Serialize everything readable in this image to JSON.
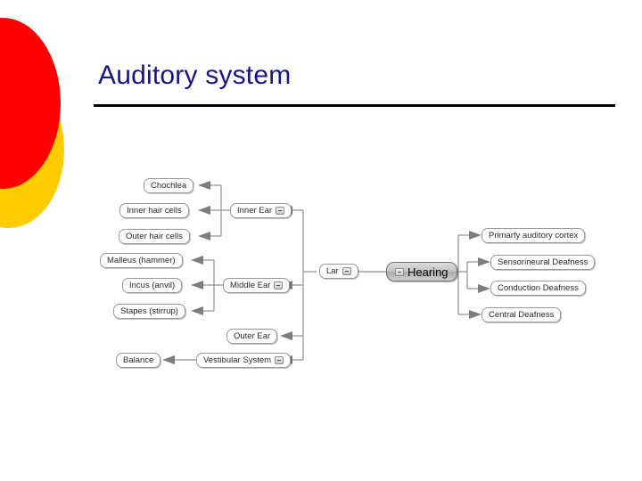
{
  "slide": {
    "title": "Auditory system",
    "title_color": "#151585",
    "rule_color": "#000000"
  },
  "decoration": {
    "red_circle_color": "#FF0000",
    "yellow_circle_color": "#FFCC00",
    "red_icon_name": "red-circle",
    "yellow_icon_name": "yellow-circle"
  },
  "diagram": {
    "type": "mind-map",
    "root": {
      "label": "Hearing",
      "collapsed_toggle": "minus",
      "highlighted": true,
      "fill": "#c0c0c0"
    },
    "left_branch": {
      "label": "Lar",
      "collapsed_toggle": "minus",
      "children": [
        {
          "label": "Inner Ear",
          "collapsed_toggle": "minus",
          "children": [
            {
              "label": "Chochlea"
            },
            {
              "label": "Inner hair cells"
            },
            {
              "label": "Outer hair cells"
            }
          ]
        },
        {
          "label": "Middle Ear",
          "collapsed_toggle": "minus",
          "children": [
            {
              "label": "Malleus (hammer)"
            },
            {
              "label": "Incus (anvil)"
            },
            {
              "label": "Stapes (stirrup)"
            }
          ]
        },
        {
          "label": "Outer Ear",
          "children": []
        },
        {
          "label": "Vestibular System",
          "collapsed_toggle": "minus",
          "children": [
            {
              "label": "Balance"
            }
          ]
        }
      ]
    },
    "right_children": [
      {
        "label": "Primarfy auditory cortex"
      },
      {
        "label": "Sensorineural Deafness"
      },
      {
        "label": "Conduction Deafness"
      },
      {
        "label": "Central Deafness"
      }
    ]
  }
}
